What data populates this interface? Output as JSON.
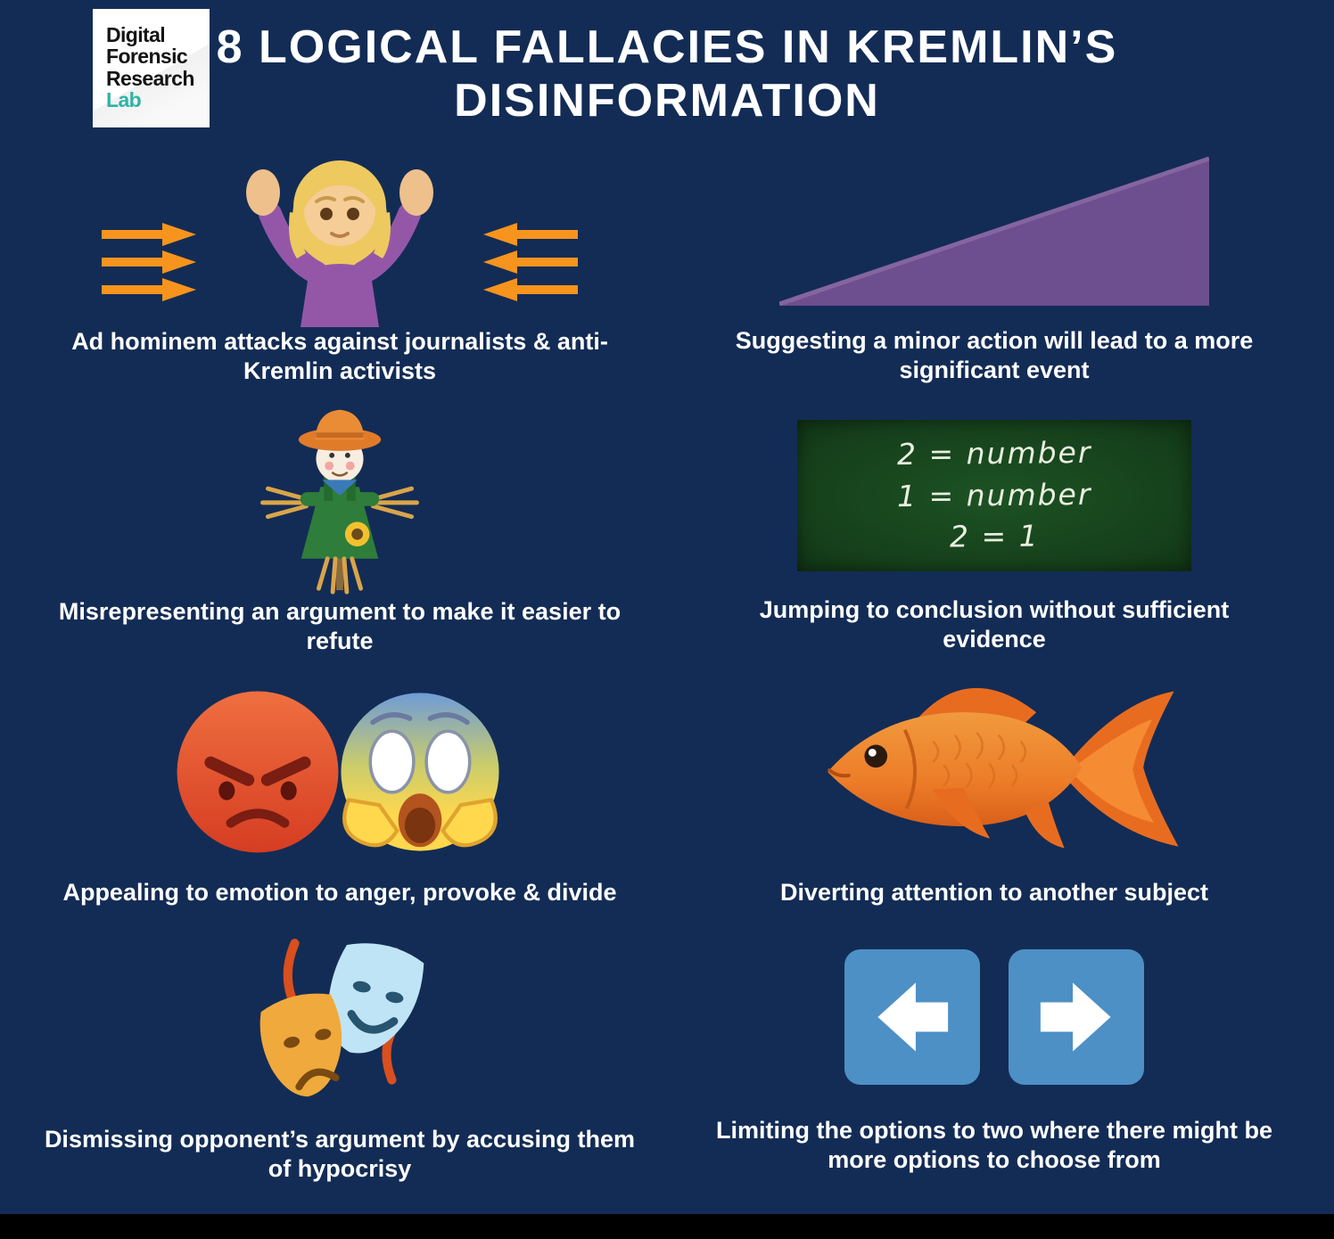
{
  "colors": {
    "background": "#132c55",
    "arrow_orange": "#f7941d",
    "slope_purple": "#6d4e8e",
    "chalkboard_green": "#15411b",
    "button_blue": "#4d90c5",
    "logo_teal": "#2fb3a6",
    "text_white": "#ffffff",
    "footer_black": "#000000"
  },
  "logo": {
    "line1": "Digital",
    "line2": "Forensic",
    "line3": "Research",
    "line4": "Lab"
  },
  "title": "8 LOGICAL FALLACIES IN KREMLIN’S DISINFORMATION",
  "items": [
    {
      "icon": "shrugging-woman-with-opposing-arrows",
      "caption": "Ad hominem attacks against journalists & anti-Kremlin activists"
    },
    {
      "icon": "rising-slope-triangle",
      "caption": "Suggesting a minor action will lead to a more significant event"
    },
    {
      "icon": "scarecrow",
      "caption": "Misrepresenting an argument to make it easier to refute"
    },
    {
      "icon": "chalkboard-false-equation",
      "caption": "Jumping to conclusion without sufficient evidence",
      "board_lines": [
        "2 = number",
        "1 = number",
        "2 = 1"
      ]
    },
    {
      "icon": "angry-and-screaming-emoji",
      "caption": "Appealing to emotion to anger, provoke & divide"
    },
    {
      "icon": "goldfish-red-herring",
      "caption": "Diverting attention to another subject"
    },
    {
      "icon": "theater-masks",
      "caption": "Dismissing opponent’s argument by accusing them of hypocrisy"
    },
    {
      "icon": "left-right-arrow-buttons",
      "caption": "Limiting the options to two where there might be more options to choose from"
    }
  ]
}
